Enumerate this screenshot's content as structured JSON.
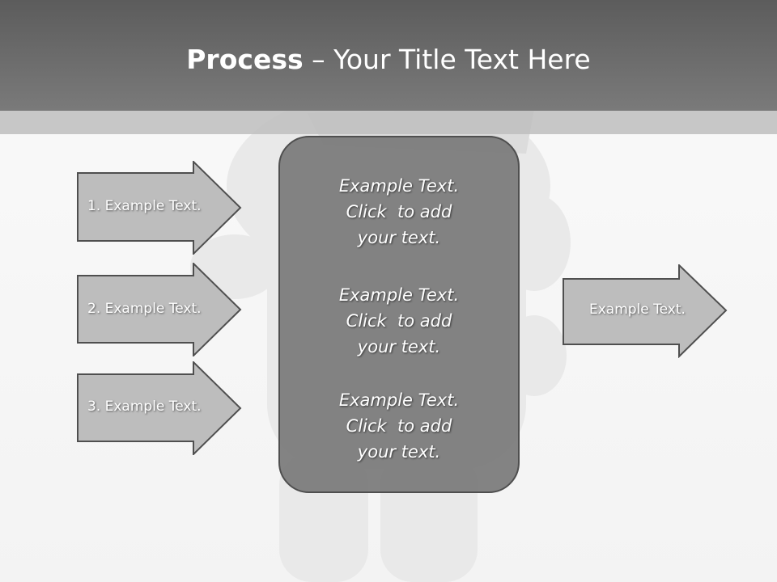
{
  "title": {
    "bold": "Process",
    "rest": " – Your Title Text Here"
  },
  "left_arrows": [
    {
      "label": "1. Example Text."
    },
    {
      "label": "2. Example Text."
    },
    {
      "label": "3. Example Text."
    }
  ],
  "center_panel": {
    "blocks": [
      {
        "line1": "Example Text.",
        "line2": "Click  to add",
        "line3": "your text."
      },
      {
        "line1": "Example Text.",
        "line2": "Click  to add",
        "line3": "your text."
      },
      {
        "line1": "Example Text.",
        "line2": "Click  to add",
        "line3": "your text."
      }
    ]
  },
  "right_arrow": {
    "label": "Example Text."
  },
  "colors": {
    "title_band": "#6b6b6b",
    "arrow_fill": "#bdbdbd",
    "arrow_stroke": "#4f4f4f",
    "panel_fill": "#787878"
  }
}
